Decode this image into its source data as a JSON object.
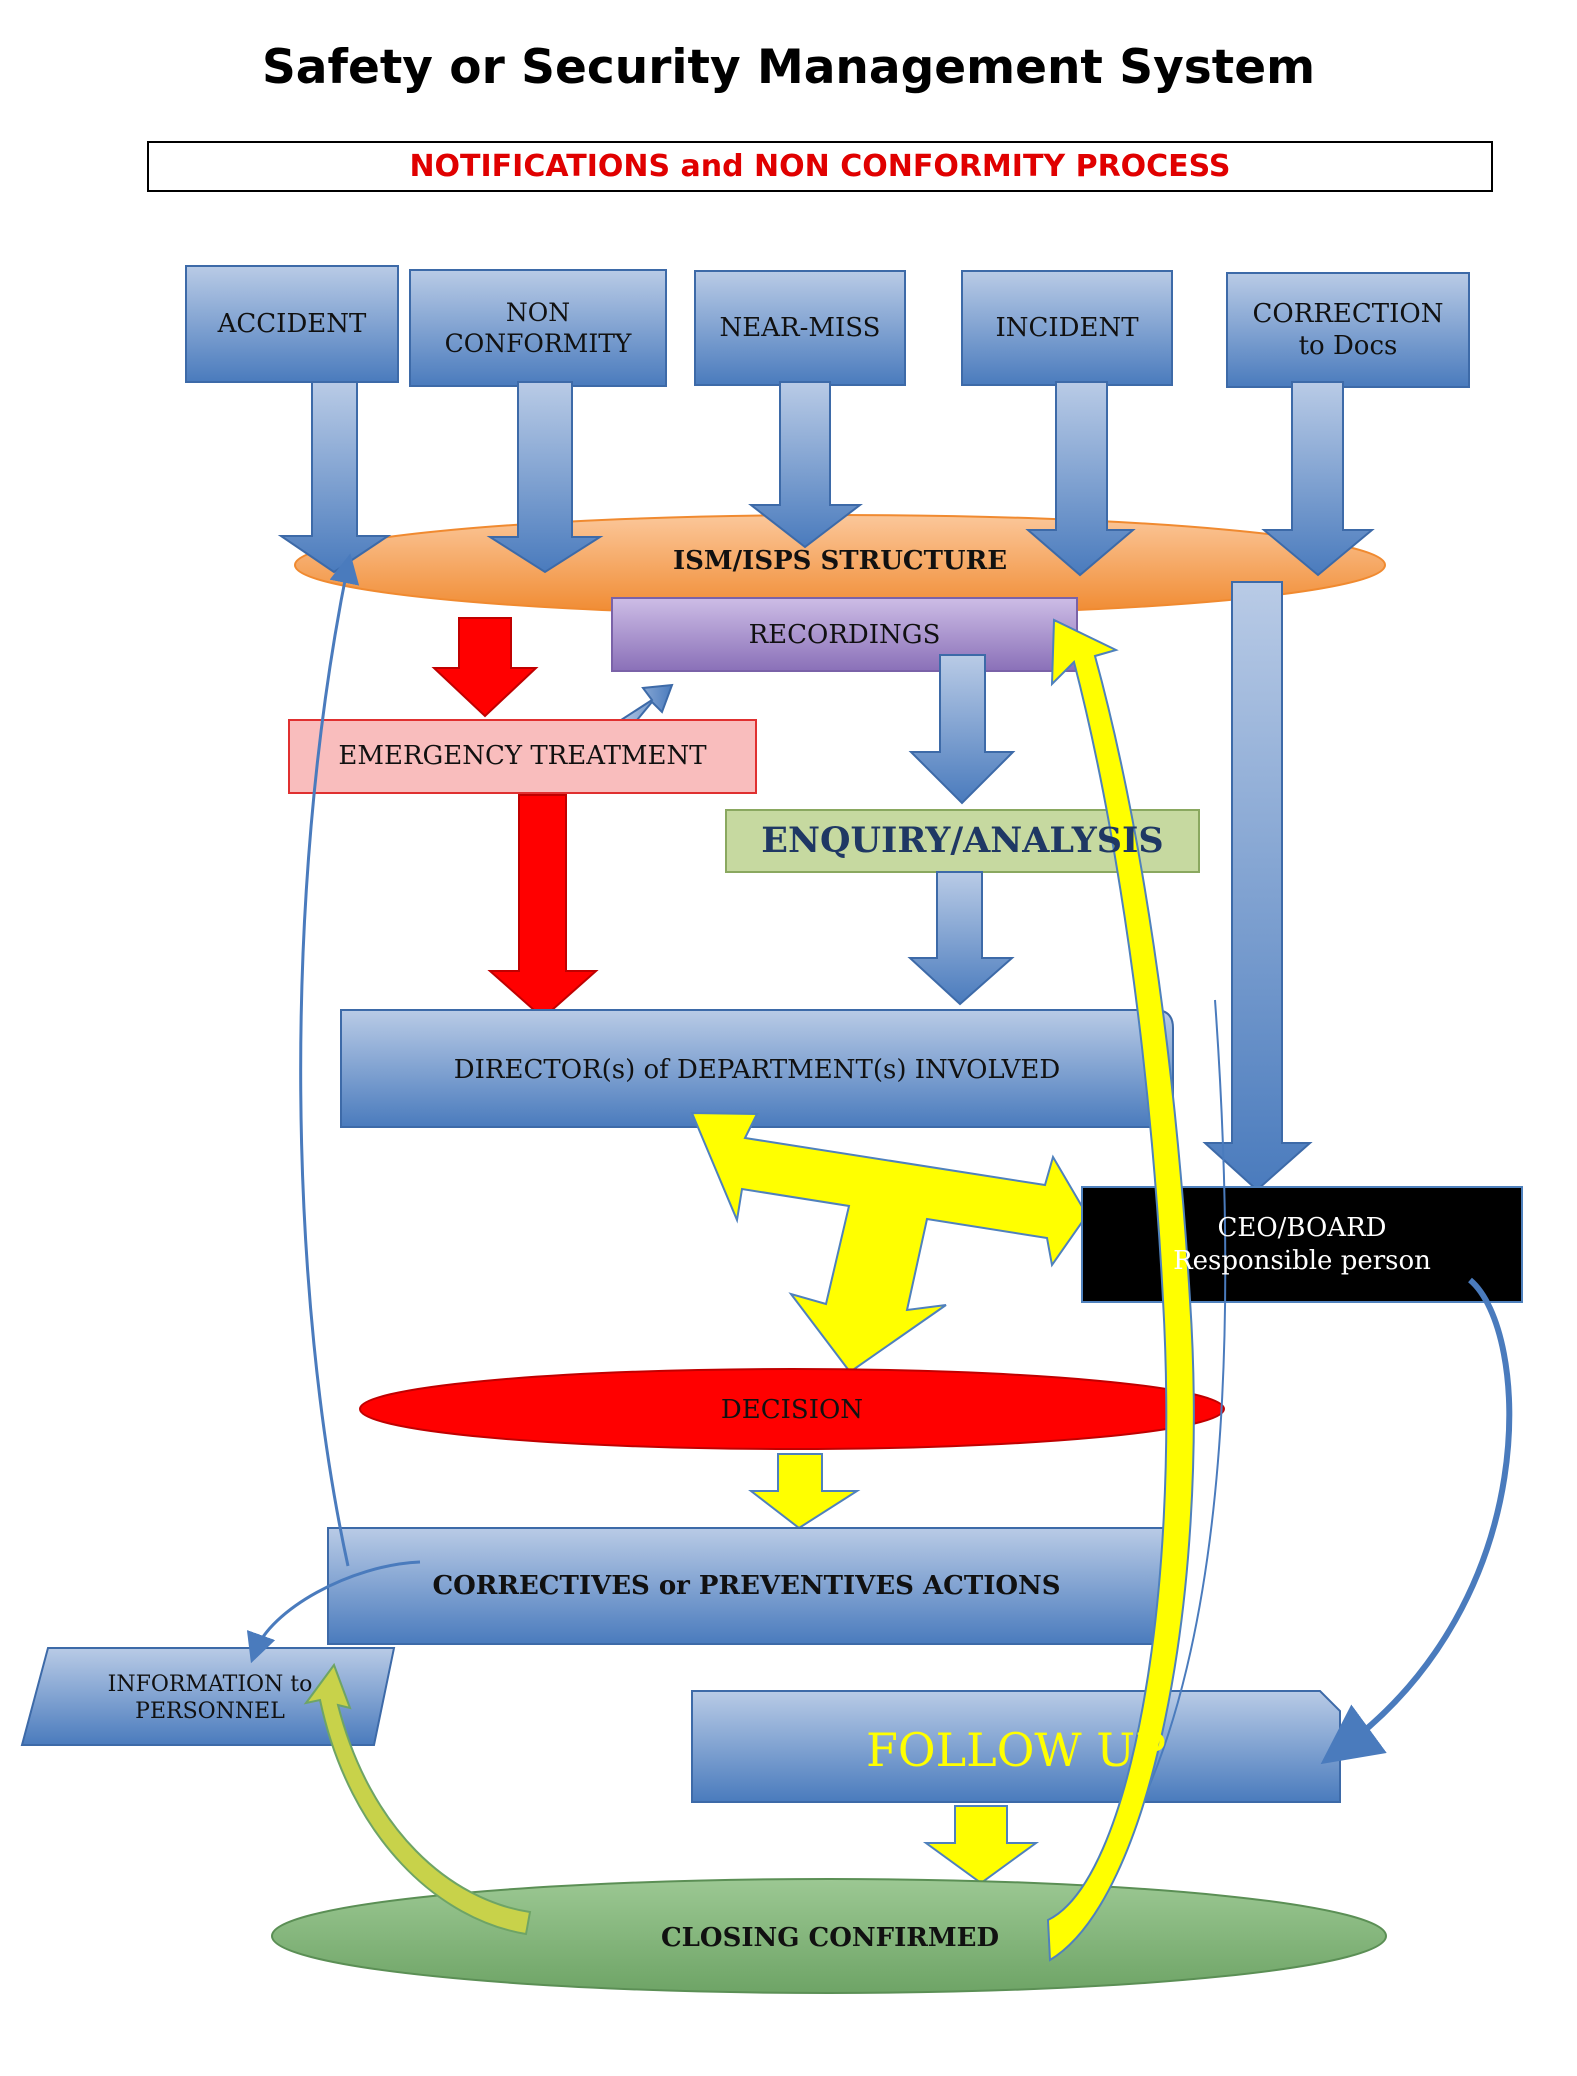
{
  "title": "Safety or Security Management System",
  "subtitle": "NOTIFICATIONS and NON CONFORMITY PROCESS",
  "inputs": {
    "accident": "ACCIDENT",
    "non_conformity": "NON\nCONFORMITY",
    "near_miss": "NEAR-MISS",
    "incident": "INCIDENT",
    "correction": "CORRECTION\nto Docs"
  },
  "structure": "ISM/ISPS STRUCTURE",
  "recordings": "RECORDINGS",
  "emergency": "EMERGENCY TREATMENT",
  "enquiry": "ENQUIRY/ANALYSIS",
  "directors": "DIRECTOR(s) of DEPARTMENT(s) INVOLVED",
  "ceo": "CEO/BOARD\nResponsible person",
  "decision": "DECISION",
  "actions": "CORRECTIVES or PREVENTIVES ACTIONS",
  "information": "INFORMATION to\nPERSONNEL",
  "follow_up": "FOLLOW UP",
  "closing": "CLOSING CONFIRMED",
  "colors": {
    "blue_light": "#a8c0e0",
    "blue_dark": "#4f7fc0",
    "orange": "#f5a35c",
    "purple": "#9b84c0",
    "pink": "#f7b8b8",
    "green_label": "#c6d9a0",
    "red": "#ff0000",
    "yellow": "#ffff00",
    "black": "#000000",
    "green_ellipse": "#7db07a",
    "title_red": "#e00000",
    "enquiry_text": "#1f3864",
    "follow_text": "#ffff00"
  }
}
